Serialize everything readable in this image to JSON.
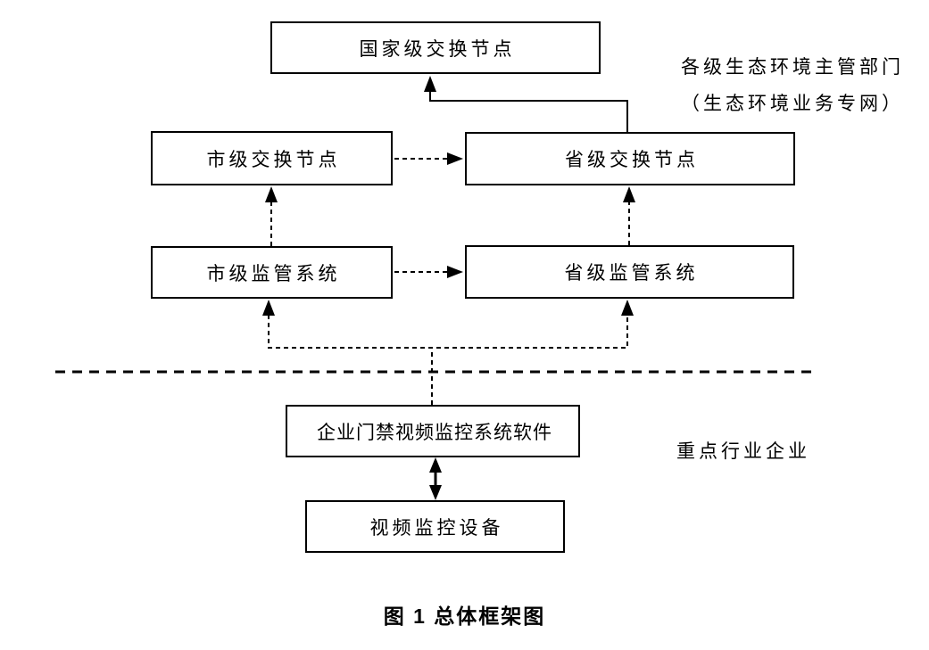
{
  "diagram": {
    "nodes": {
      "national_exchange": "国家级交换节点",
      "city_exchange": "市级交换节点",
      "provincial_exchange": "省级交换节点",
      "city_supervision": "市级监管系统",
      "provincial_supervision": "省级监管系统",
      "enterprise_software": "企业门禁视频监控系统软件",
      "video_equipment": "视频监控设备"
    },
    "zone_labels": {
      "government_line1": "各级生态环境主管部门",
      "government_line2": "（生态环境业务专网）",
      "enterprise": "重点行业企业"
    },
    "caption": "图 1 总体框架图",
    "colors": {
      "line": "#000000",
      "background": "#ffffff",
      "box_fill": "#ffffff",
      "text": "#000000"
    }
  }
}
